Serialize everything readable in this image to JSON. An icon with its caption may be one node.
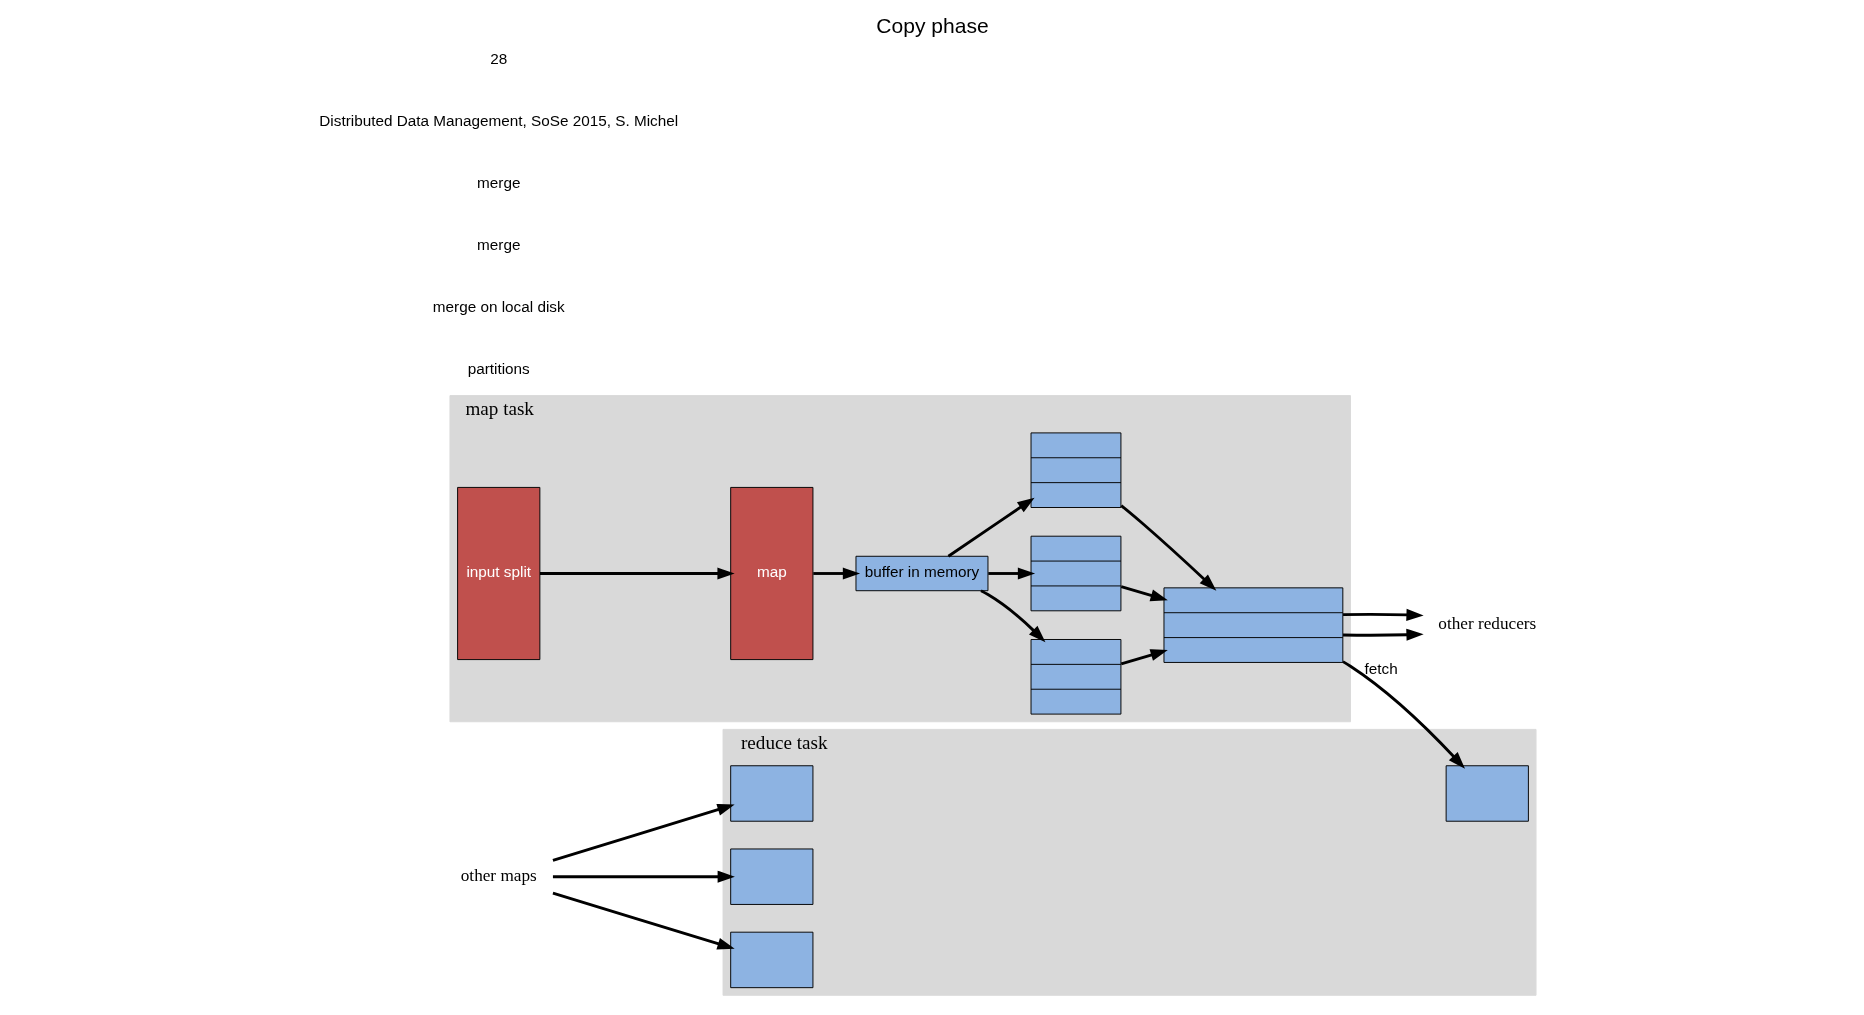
{
  "diagram": {
    "title": "Copy phase",
    "nodes": [
      {
        "text": [
          "map task"
        ]
      },
      {
        "text": [
          "input split"
        ],
        "in": 0
      },
      {
        "text": [
          "map"
        ],
        "in": 0
      },
      {
        "text": [
          "buffer in memory"
        ],
        "in": 0
      },
      {
        "text": [],
        "shape": "box",
        "in": 0
      },
      {
        "text": [],
        "shape": "box",
        "in": 0
      },
      {
        "text": [],
        "shape": "box",
        "in": 0
      },
      {
        "text": [],
        "shape": "box",
        "in": 0
      },
      {
        "text": [
          "reduce task"
        ]
      },
      {
        "text": [],
        "shape": "box",
        "in": 8
      },
      {
        "text": [],
        "shape": "box",
        "in": 8
      },
      {
        "text": [],
        "shape": "box",
        "in": 8
      },
      {
        "text": [],
        "shape": "box",
        "in": 8
      },
      {
        "text": [
          "other maps"
        ]
      },
      {
        "text": [
          "other reducers"
        ]
      }
    ],
    "edges": [
      {
        "from": 1,
        "to": 2,
        "arrow": "to"
      },
      {
        "from": 2,
        "to": 3,
        "arrow": "to"
      },
      {
        "from": 3,
        "to": 4,
        "arrow": "to"
      },
      {
        "from": 3,
        "to": 5,
        "arrow": "to"
      },
      {
        "from": 3,
        "to": 6,
        "arrow": "to"
      },
      {
        "from": 4,
        "to": 7,
        "arrow": "to"
      },
      {
        "from": 5,
        "to": 7,
        "arrow": "to"
      },
      {
        "from": 6,
        "to": 7,
        "arrow": "to"
      },
      {
        "from": 7,
        "to": 9,
        "arrow": "to",
        "label": "fetch"
      },
      {
        "from": 13,
        "to": 10,
        "arrow": "to"
      },
      {
        "from": 13,
        "to": 11,
        "arrow": "to"
      },
      {
        "from": 13,
        "to": 12,
        "arrow": "to"
      },
      {
        "from": 7,
        "to": 14,
        "arrow": "to"
      },
      {
        "from": 7,
        "to": 14,
        "arrow": "to"
      }
    ],
    "labels": [
      "partitions",
      "merge on local disk",
      "merge",
      "merge",
      "Distributed Data Management, SoSe 2015, S. Michel",
      "28"
    ]
  }
}
